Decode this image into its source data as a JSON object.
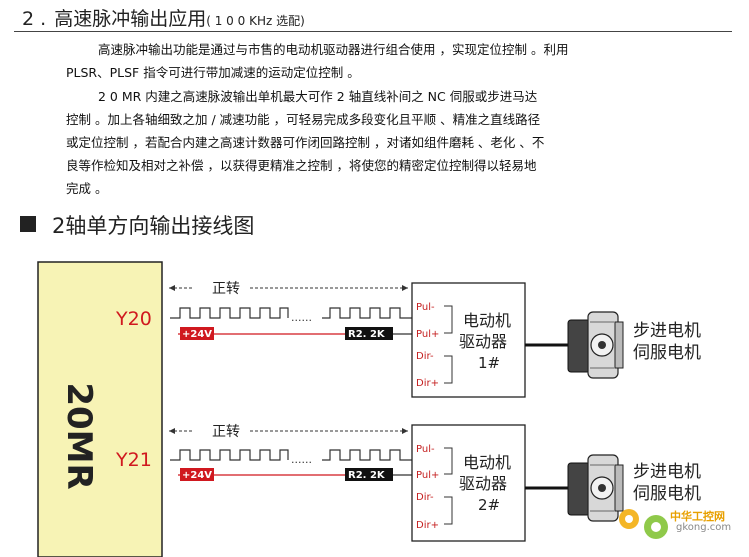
{
  "heading": {
    "number": "2 .",
    "title": "高速脉冲输出应用",
    "subtitle": "( 1 0 0 KHz 选配)"
  },
  "paragraphs": [
    "高速脉冲输出功能是通过与市售的电动机驱动器进行组合使用 ，实现定位控制 。利用",
    "PLSR、PLSF 指令可进行带加减速的运动定位控制 。",
    "2 0 MR 内建之高速脉波输出单机最大可作   2 轴直线补间之 NC 伺服或步进马达",
    "控制 。加上各轴细致之加  / 减速功能    ，可轻易完成多段变化且平顺 、精准之直线路径",
    "或定位控制 ，若配合内建之高速计数器可作闭回路控制 ，对诸如组件磨耗 、老化 、不",
    "良等作检知及相对之补偿  ，以获得更精准之控制  ，将使您的精密定位控制得以轻易地",
    "完成 。"
  ],
  "section_title": "2轴单方向输出接线图",
  "plc": {
    "model": "20MR",
    "outputs": [
      "Y20",
      "Y21"
    ]
  },
  "channels": [
    {
      "direction_label": "正转",
      "voltage_label": "+24V",
      "resistor_label": "R2. 2K",
      "ellipsis": "......",
      "pins": [
        "Pul-",
        "Pul+",
        "Dir-",
        "Dir+"
      ],
      "driver_line1": "电动机",
      "driver_line2": "驱动器",
      "driver_number": "1#",
      "motor_line1": "步进电机",
      "motor_line2": "伺服电机"
    },
    {
      "direction_label": "正转",
      "voltage_label": "+24V",
      "resistor_label": "R2. 2K",
      "ellipsis": "......",
      "pins": [
        "Pul-",
        "Pul+",
        "Dir-",
        "Dir+"
      ],
      "driver_line1": "电动机",
      "driver_line2": "驱动器",
      "driver_number": "2#",
      "motor_line1": "步进电机",
      "motor_line2": "伺服电机"
    }
  ],
  "watermark": {
    "brand": "中华工控网",
    "url": "gkong.com"
  },
  "colors": {
    "plc_fill": "#f7f3b5",
    "output_label": "#d0181f",
    "voltage_wire": "#d0181f",
    "pin_label": "#c41e1e",
    "signal_line": "#333333",
    "resistor_fill": "#111111"
  }
}
